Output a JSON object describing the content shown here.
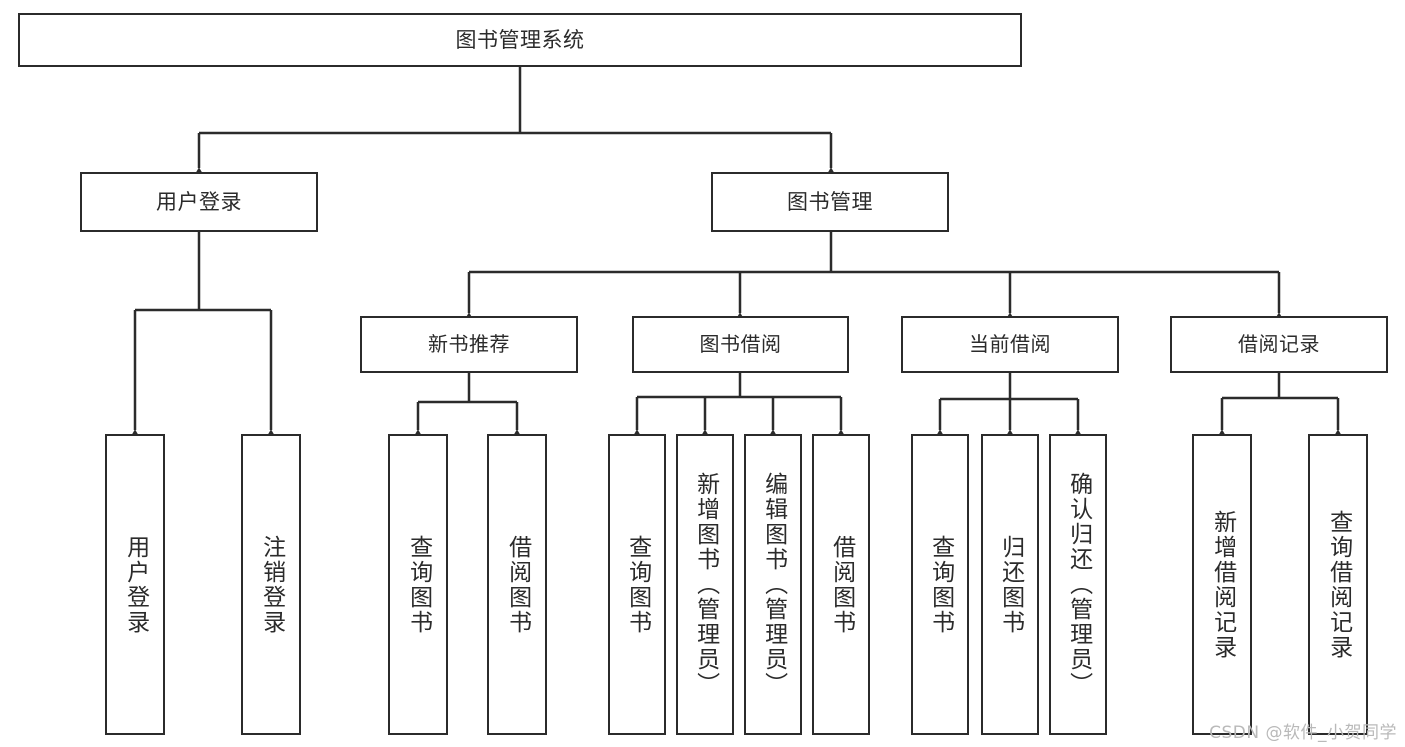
{
  "diagram": {
    "title": "图书管理系统",
    "watermark": "CSDN @软件_小贺同学",
    "colors": {
      "stroke": "#2b2b2b",
      "box_fill": "#ffffff",
      "background": "#ffffff",
      "watermark": "#b9b9b9"
    },
    "root": {
      "label": "图书管理系统"
    },
    "level2": [
      {
        "label": "用户登录"
      },
      {
        "label": "图书管理"
      }
    ],
    "level3": [
      {
        "label": "新书推荐"
      },
      {
        "label": "图书借阅"
      },
      {
        "label": "当前借阅"
      },
      {
        "label": "借阅记录"
      }
    ],
    "leaves": {
      "user_login": [
        {
          "label": "用户登录"
        },
        {
          "label": "注销登录"
        }
      ],
      "new_book_recommend": [
        {
          "label": "查询图书"
        },
        {
          "label": "借阅图书"
        }
      ],
      "book_borrow": [
        {
          "label": "查询图书"
        },
        {
          "label": "新增图书（管理员）"
        },
        {
          "label": "编辑图书（管理员）"
        },
        {
          "label": "借阅图书"
        }
      ],
      "current_borrow": [
        {
          "label": "查询图书"
        },
        {
          "label": "归还图书"
        },
        {
          "label": "确认归还（管理员）"
        }
      ],
      "borrow_record": [
        {
          "label": "新增借阅记录"
        },
        {
          "label": "查询借阅记录"
        }
      ]
    }
  }
}
